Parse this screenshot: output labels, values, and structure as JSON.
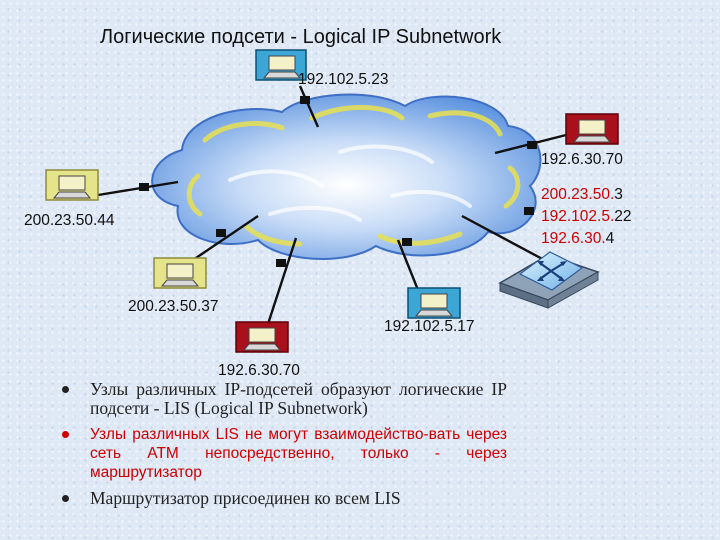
{
  "title": "Логические подсети - Logical IP Subnetwork",
  "network_cloud": {
    "icon": "atm-cloud"
  },
  "hosts": [
    {
      "label": "192.102.5.23",
      "monitor_color": "#3ca6d6"
    },
    {
      "label": "192.6.30.70",
      "monitor_color": "#a8101c"
    },
    {
      "label": "200.23.50.44",
      "monitor_color": "#e6e48a"
    },
    {
      "label": "200.23.50.37",
      "monitor_color": "#e6e48a"
    },
    {
      "label": "192.6.30.70",
      "monitor_color": "#a8101c"
    },
    {
      "label": "192.102.5.17",
      "monitor_color": "#3ca6d6"
    }
  ],
  "router": {
    "icon": "router-icon",
    "addresses": [
      {
        "prefix": "200.23.50.",
        "suffix": "3"
      },
      {
        "prefix": "192.102.5.",
        "suffix": "22"
      },
      {
        "prefix": "192.6.30.",
        "suffix": "4"
      }
    ]
  },
  "bullets": [
    {
      "text": "Узлы различных IP-подсетей образуют логические IP подсети - LIS (Logical IP Subnetwork)"
    },
    {
      "text": "Узлы различных LIS не могут взаимодейство-вать через сеть ATM непосредственно, только - через маршрутизатор"
    },
    {
      "text": "Маршрутизатор присоединен ко всем LIS"
    }
  ],
  "colors": {
    "accent": "#cc0000",
    "cloud": "#7fb0ee",
    "cloud_outline": "#e8e050"
  }
}
